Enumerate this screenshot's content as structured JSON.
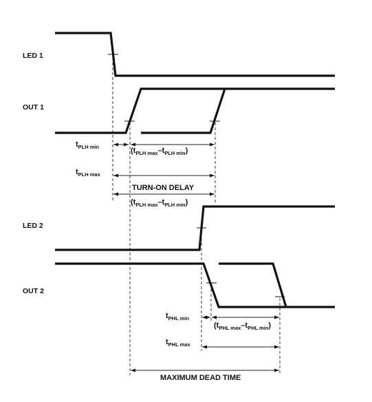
{
  "signals": {
    "led1": "LED 1",
    "out1": "OUT 1",
    "led2": "LED 2",
    "out2": "OUT 2"
  },
  "measurements": {
    "t": "t",
    "open_paren": "(t",
    "minus_t": "–t",
    "close_paren": ")",
    "plh_min": "PLH min",
    "plh_max": "PLH max",
    "phl_min": "PHL min",
    "phl_max": "PHL max",
    "turn_on_delay": "TURN-ON DELAY",
    "maximum_dead_time": "MAXIMUM DEAD TIME"
  }
}
